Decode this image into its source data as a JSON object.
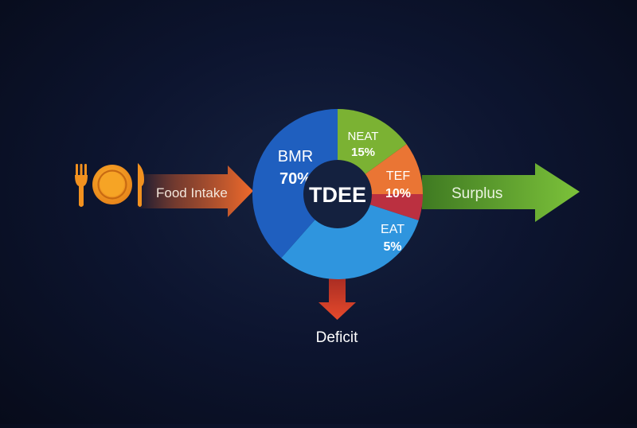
{
  "input": {
    "label": "Food Intake",
    "icon": "fork-plate-knife-icon"
  },
  "output": {
    "surplus_label": "Surplus",
    "deficit_label": "Deficit"
  },
  "center": {
    "label": "TDEE"
  },
  "chart_data": {
    "type": "pie",
    "slices": [
      {
        "name": "BMR",
        "value_label": "70%",
        "value": 70,
        "color": "#1f5fbf",
        "color_light": "#2f95de"
      },
      {
        "name": "NEAT",
        "value_label": "15%",
        "value": 15,
        "color": "#7bb233"
      },
      {
        "name": "TEF",
        "value_label": "10%",
        "value": 10,
        "color": "#ea7534"
      },
      {
        "name": "EAT",
        "value_label": "5%",
        "value": 5,
        "color": "#bb3040"
      }
    ]
  },
  "colors": {
    "input_arrow": "#e8622a",
    "surplus_arrow": "#6eaa2e",
    "deficit_arrow": "#d8402a",
    "icon_orange": "#f2911f",
    "center_fill": "#14213f"
  }
}
